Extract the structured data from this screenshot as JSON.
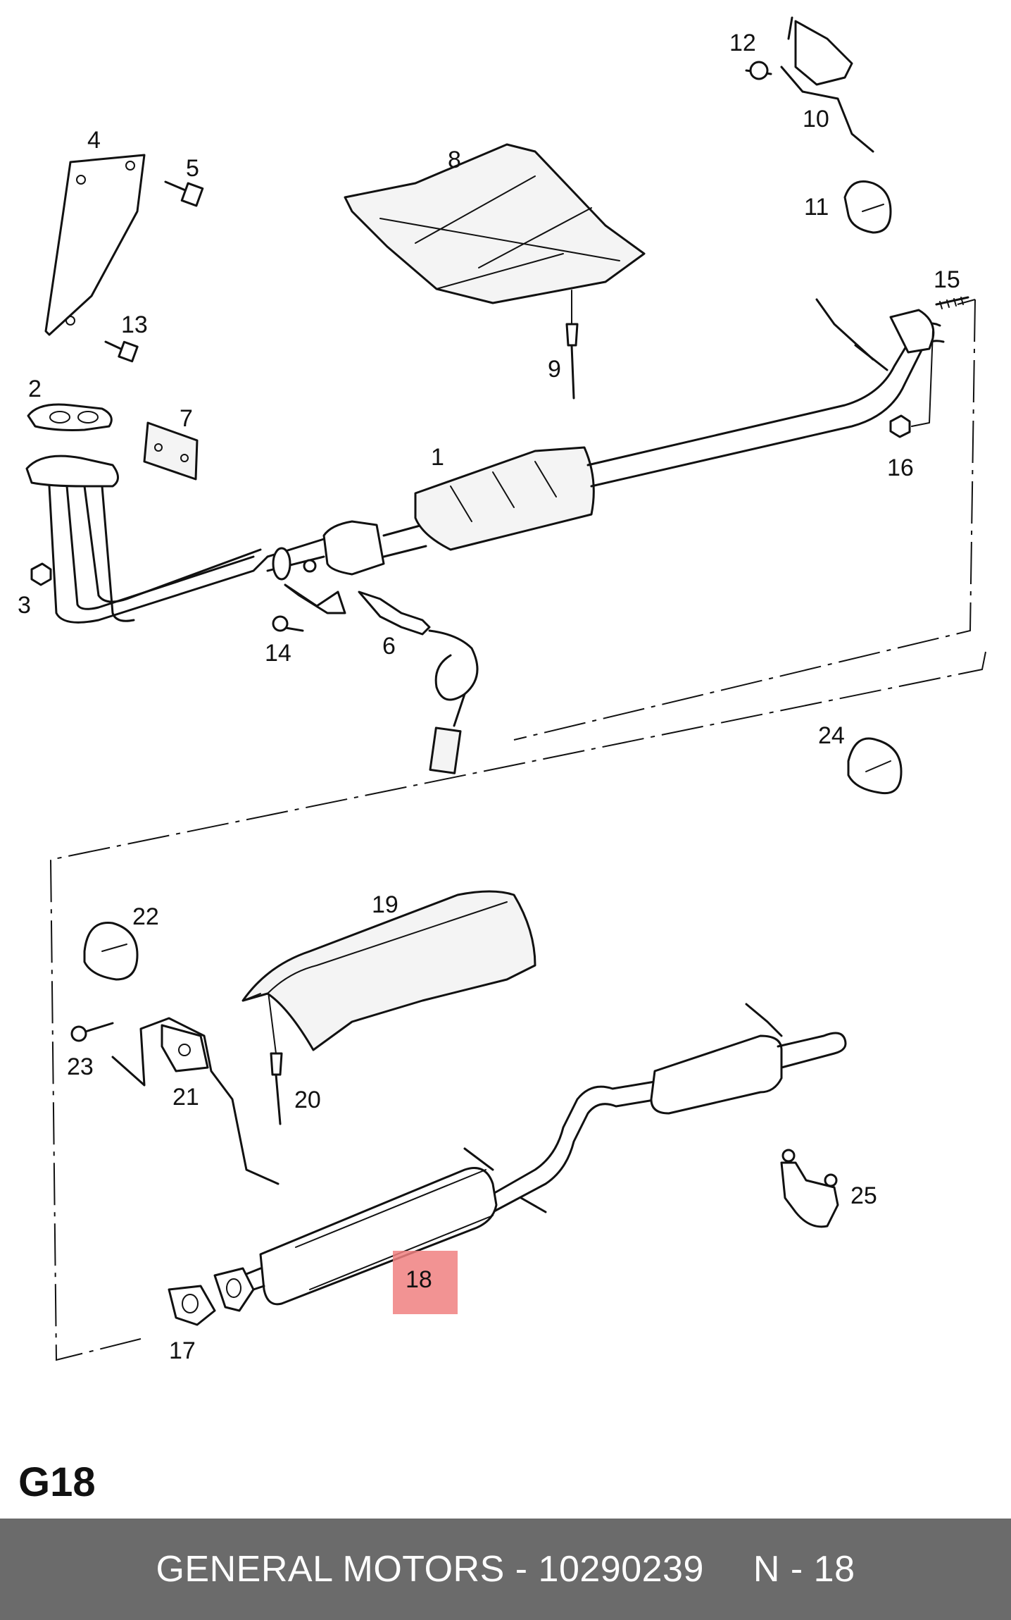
{
  "diagram": {
    "callouts": [
      "1",
      "2",
      "3",
      "4",
      "5",
      "6",
      "7",
      "8",
      "9",
      "10",
      "11",
      "12",
      "13",
      "14",
      "15",
      "16",
      "17",
      "18",
      "19",
      "20",
      "21",
      "22",
      "23",
      "24",
      "25"
    ],
    "highlighted_callout": "18",
    "highlight_color": "#f08080"
  },
  "page_code": "G18",
  "footer": {
    "brand": "GENERAL MOTORS",
    "dash": "-",
    "part_number": "10290239",
    "position_label": "N - 18"
  },
  "colors": {
    "footer_background": "#6b6b6b",
    "footer_text": "#ffffff",
    "line_art": "#111111"
  }
}
